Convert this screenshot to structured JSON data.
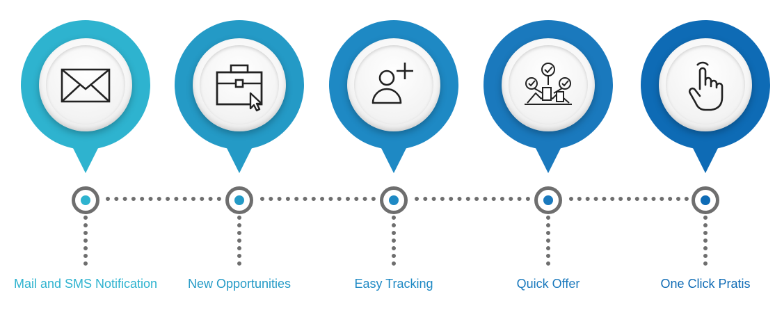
{
  "steps": [
    {
      "label": "Mail and SMS Notification",
      "color": "#2eb3cf",
      "icon": "envelope-icon"
    },
    {
      "label": "New Opportunities",
      "color": "#249ac6",
      "icon": "briefcase-icon"
    },
    {
      "label": "Easy Tracking",
      "color": "#1e89c4",
      "icon": "add-user-icon"
    },
    {
      "label": "Quick Offer",
      "color": "#1a79bd",
      "icon": "team-approval-icon"
    },
    {
      "label": "One Click Pratis",
      "color": "#0e6bb5",
      "icon": "hand-pointer-icon"
    }
  ],
  "connector_color": "#6e6e6e"
}
